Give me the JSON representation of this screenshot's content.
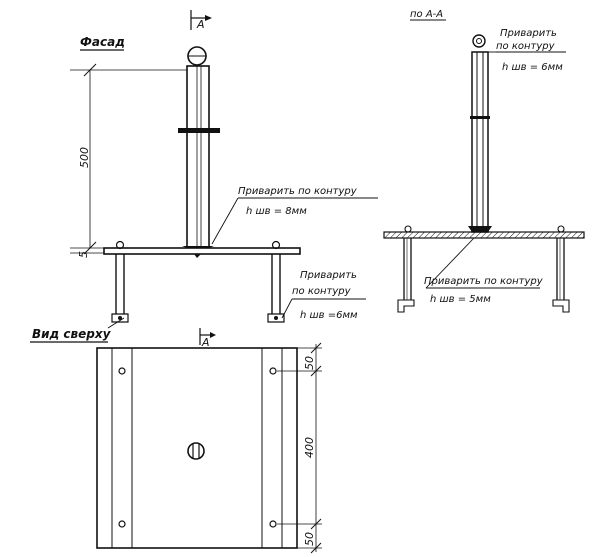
{
  "titles": {
    "facade": "Фасад",
    "section": "по А-А",
    "top_view": "Вид сверху"
  },
  "section_mark": "А",
  "facade": {
    "dim_height": "500",
    "dim_plate": "5",
    "weld_top_line1": "Приварить по контуру",
    "weld_top_line2": "h шв = 8мм",
    "weld_bottom_line1": "Приварить",
    "weld_bottom_line2": "по контуру",
    "weld_bottom_line3": "h шв =6мм"
  },
  "section_view": {
    "weld_top_line1": "Приварить",
    "weld_top_line2": "по контуру",
    "weld_top_line3": "h шв = 6мм",
    "weld_bottom_line1": "Приварить по контуру",
    "weld_bottom_line2": "h шв = 5мм"
  },
  "plan": {
    "dim_top": "50",
    "dim_middle": "400",
    "dim_bottom": "50"
  }
}
